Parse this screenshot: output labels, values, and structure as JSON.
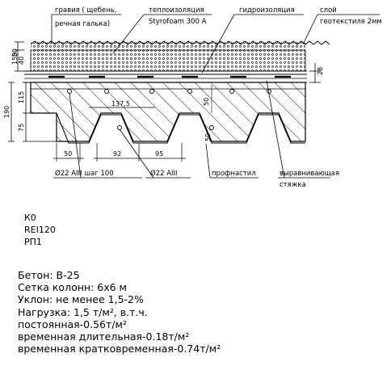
{
  "labels": {
    "gravel": "гравия ( щебень, речная галька)",
    "insulation_title": "теплоизоляция",
    "insulation_sub": "Styrofoam 300 A",
    "waterproofing": "гидроизоляция",
    "geotextile_title": "слой",
    "geotextile_sub": "геотекстиля 2мм",
    "profdeck": "профнастил",
    "screed_title": "выравнивающая",
    "screed_sub": "стяжка",
    "rebar_step": "Ø22 AIII шаг 100",
    "rebar": "Ø22 AIII"
  },
  "dimensions": {
    "left_top": "50",
    "left_mid": "150",
    "left_mid2": "40",
    "left_slab": "115",
    "left_rib": "75",
    "left_total": "190",
    "right_28": "28",
    "mid_50": "50",
    "rib_50": "50",
    "b_50": "50",
    "b_92": "92",
    "b_95": "95",
    "b_137": "137,5"
  },
  "classes": [
    "К0",
    "REI120",
    "РП1"
  ],
  "specs": [
    "Бетон: В-25",
    "Сетка колонн: 6х6 м",
    "Уклон: не менее 1,5-2%",
    "Нагрузка: 1,5 т/м², в.т.ч.",
    "постоянная-0.56т/м²",
    "временная длительная-0.18т/м²",
    "временная кратковременная-0.74т/м²"
  ]
}
